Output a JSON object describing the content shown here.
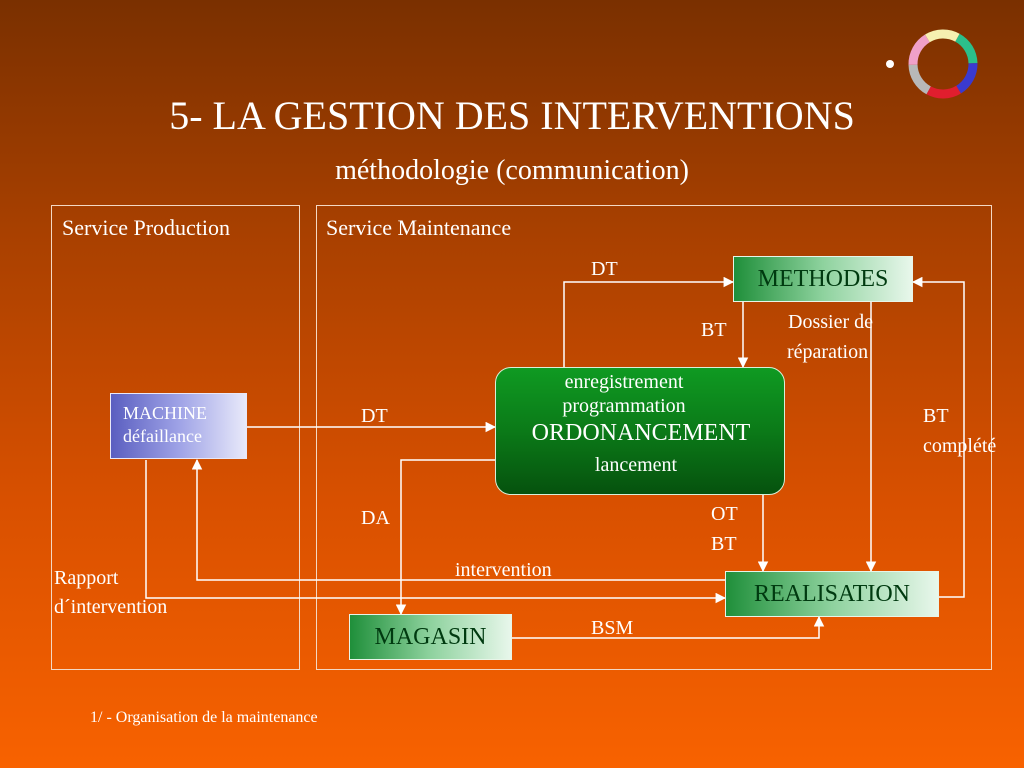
{
  "title": "5- LA GESTION DES INTERVENTIONS",
  "subtitle": "méthodologie (communication)",
  "panels": {
    "production": "Service Production",
    "maintenance": "Service Maintenance"
  },
  "nodes": {
    "machine_line1": "MACHINE",
    "machine_line2": "défaillance",
    "ordo_line1": "enregistrement",
    "ordo_line2": "programmation",
    "ordo_line3": "ORDONANCEMENT",
    "ordo_line4": "lancement",
    "methodes": "METHODES",
    "realisation": "REALISATION",
    "magasin": "MAGASIN"
  },
  "flow_labels": {
    "dt_top": "DT",
    "bt_top": "BT",
    "dossier_line1": "Dossier de",
    "dossier_line2": "réparation",
    "dt_left": "DT",
    "bt_complete_line1": "BT",
    "bt_complete_line2": "complété",
    "da": "DA",
    "ot": "OT",
    "bt_mid": "BT",
    "intervention": "intervention",
    "rapport_line1": "Rapport",
    "rapport_line2": "d´intervention",
    "bsm": "BSM"
  },
  "footer": "1/ - Organisation de la maintenance",
  "colors": {
    "line": "#ffffff",
    "logo_segments": [
      "#2bbf8a",
      "#3a3ad0",
      "#e01e2e",
      "#b8b8b8",
      "#f0a0c8",
      "#f6f0b0"
    ]
  }
}
